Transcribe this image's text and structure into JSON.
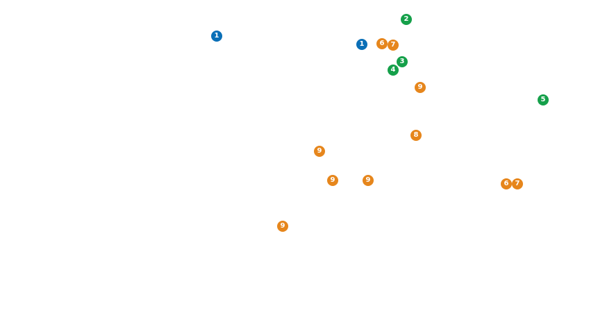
{
  "colors": {
    "blue": "#0a6fb7",
    "green": "#15a04a",
    "orange": "#e6861c"
  },
  "markers": [
    {
      "label": "1",
      "color": "blue"
    },
    {
      "label": "1",
      "color": "blue"
    },
    {
      "label": "2",
      "color": "green"
    },
    {
      "label": "6",
      "color": "orange"
    },
    {
      "label": "7",
      "color": "orange"
    },
    {
      "label": "3",
      "color": "green"
    },
    {
      "label": "4",
      "color": "green"
    },
    {
      "label": "9",
      "color": "orange"
    },
    {
      "label": "5",
      "color": "green"
    },
    {
      "label": "8",
      "color": "orange"
    },
    {
      "label": "9",
      "color": "orange"
    },
    {
      "label": "9",
      "color": "orange"
    },
    {
      "label": "9",
      "color": "orange"
    },
    {
      "label": "6",
      "color": "orange"
    },
    {
      "label": "7",
      "color": "orange"
    },
    {
      "label": "9",
      "color": "orange"
    }
  ]
}
